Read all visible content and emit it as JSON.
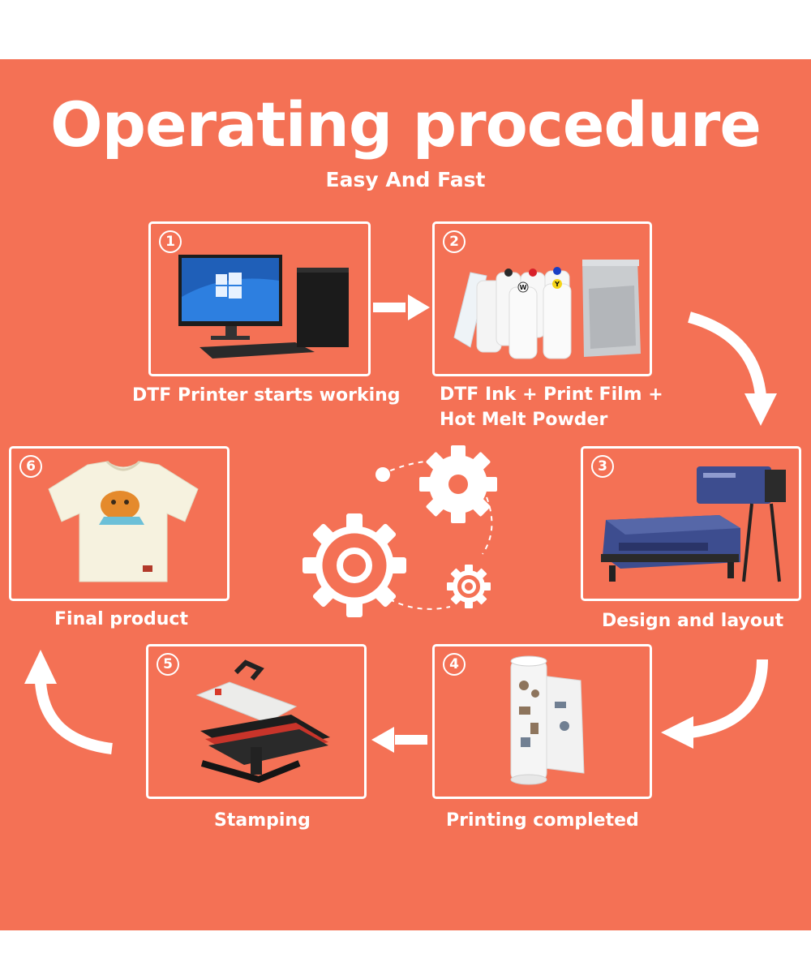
{
  "header": {
    "title": "Operating procedure",
    "subtitle": "Easy And Fast"
  },
  "steps": [
    {
      "number": "1",
      "caption": "DTF Printer starts working"
    },
    {
      "number": "2",
      "caption_line1": "DTF Ink + Print Film +",
      "caption_line2": "Hot Melt Powder"
    },
    {
      "number": "3",
      "caption": "Design and layout"
    },
    {
      "number": "4",
      "caption": "Printing completed"
    },
    {
      "number": "5",
      "caption": "Stamping"
    },
    {
      "number": "6",
      "caption": "Final product"
    }
  ],
  "ink_bottle_labels": [
    "W",
    "Y"
  ],
  "colors": {
    "background": "#f47155",
    "foreground": "#ffffff",
    "printer_blue": "#3d4d8f"
  }
}
